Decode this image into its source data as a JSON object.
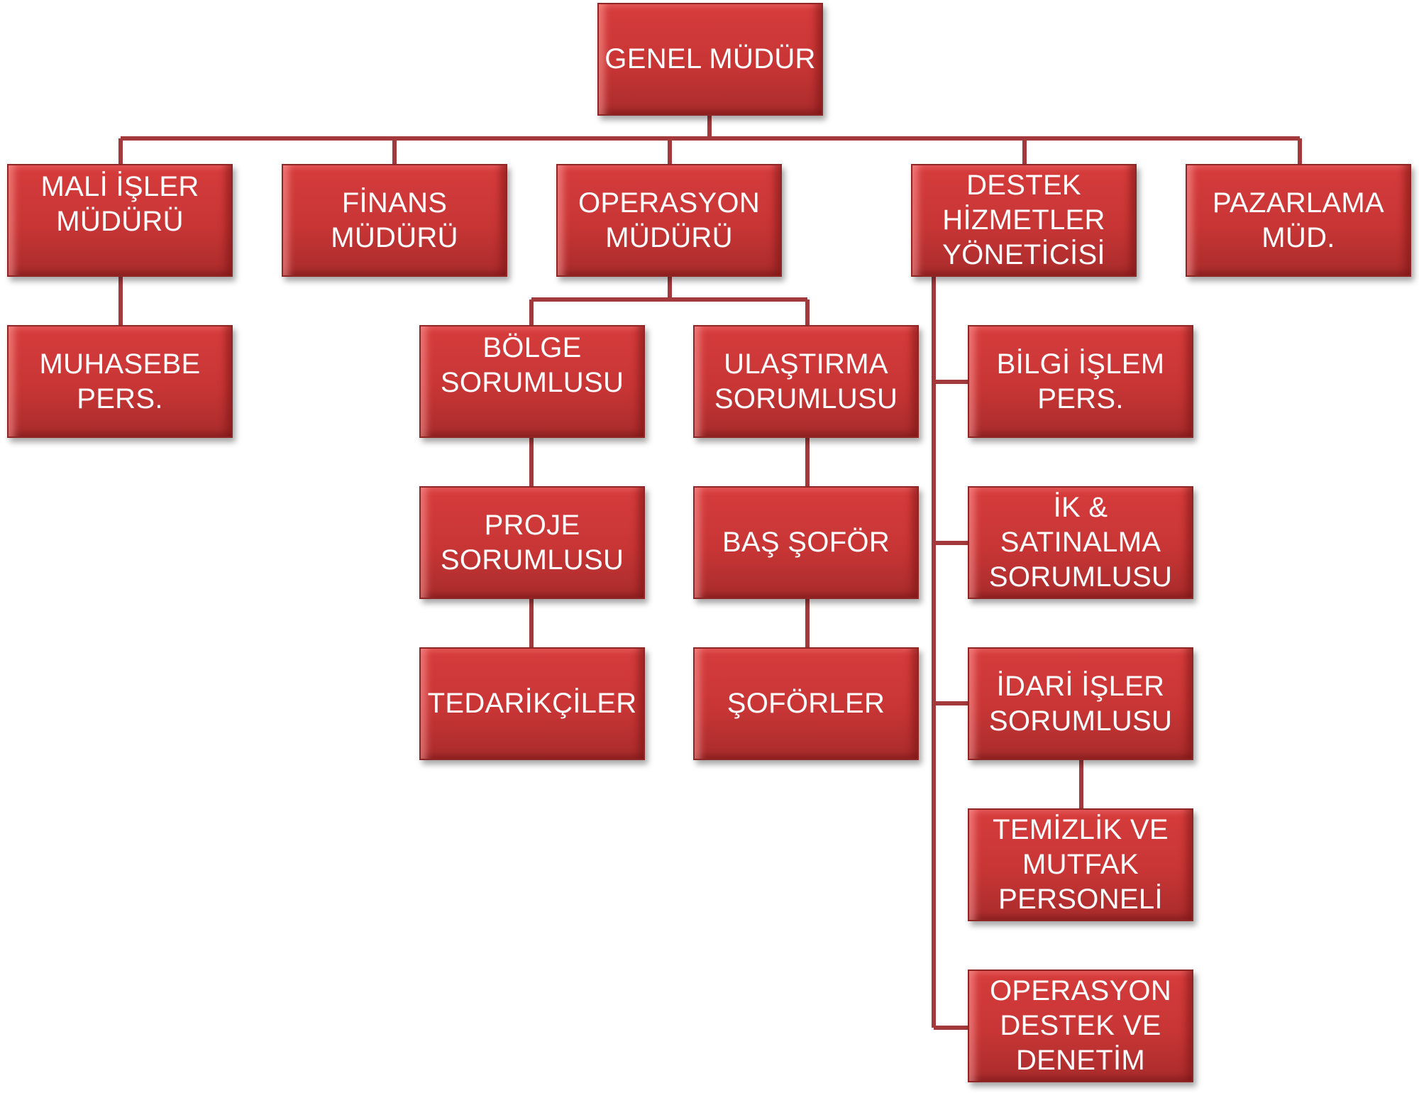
{
  "colors": {
    "box": "#c83535",
    "line": "#a3393b",
    "text": "#ffffff"
  },
  "nodes": {
    "genel": "GENEL MÜDÜR",
    "mali": "MALİ İŞLER\nMÜDÜRÜ",
    "finans": "FİNANS\nMÜDÜRÜ",
    "operasyon": "OPERASYON\nMÜDÜRÜ",
    "destek": "DESTEK\nHİZMETLER\nYÖNETİCİSİ",
    "pazarlama": "PAZARLAMA\nMÜD.",
    "muhasebe": "MUHASEBE\nPERS.",
    "bolge": "BÖLGE\nSORUMLUSU",
    "ulastirma": "ULAŞTIRMA\nSORUMLUSU",
    "bilgi": "BİLGİ İŞLEM\nPERS.",
    "proje": "PROJE\nSORUMLUSU",
    "bas_sofor": "BAŞ ŞOFÖR",
    "ik": "İK &\nSATINALMA\nSORUMLUSU",
    "tedarikciler": "TEDARİKÇİLER",
    "soforler": "ŞOFÖRLER",
    "idari": "İDARİ İŞLER\nSORUMLUSU",
    "temizlik": "TEMİZLİK VE\nMUTFAK\nPERSONELİ",
    "op_destek": "OPERASYON\nDESTEK VE\nDENETİM"
  }
}
